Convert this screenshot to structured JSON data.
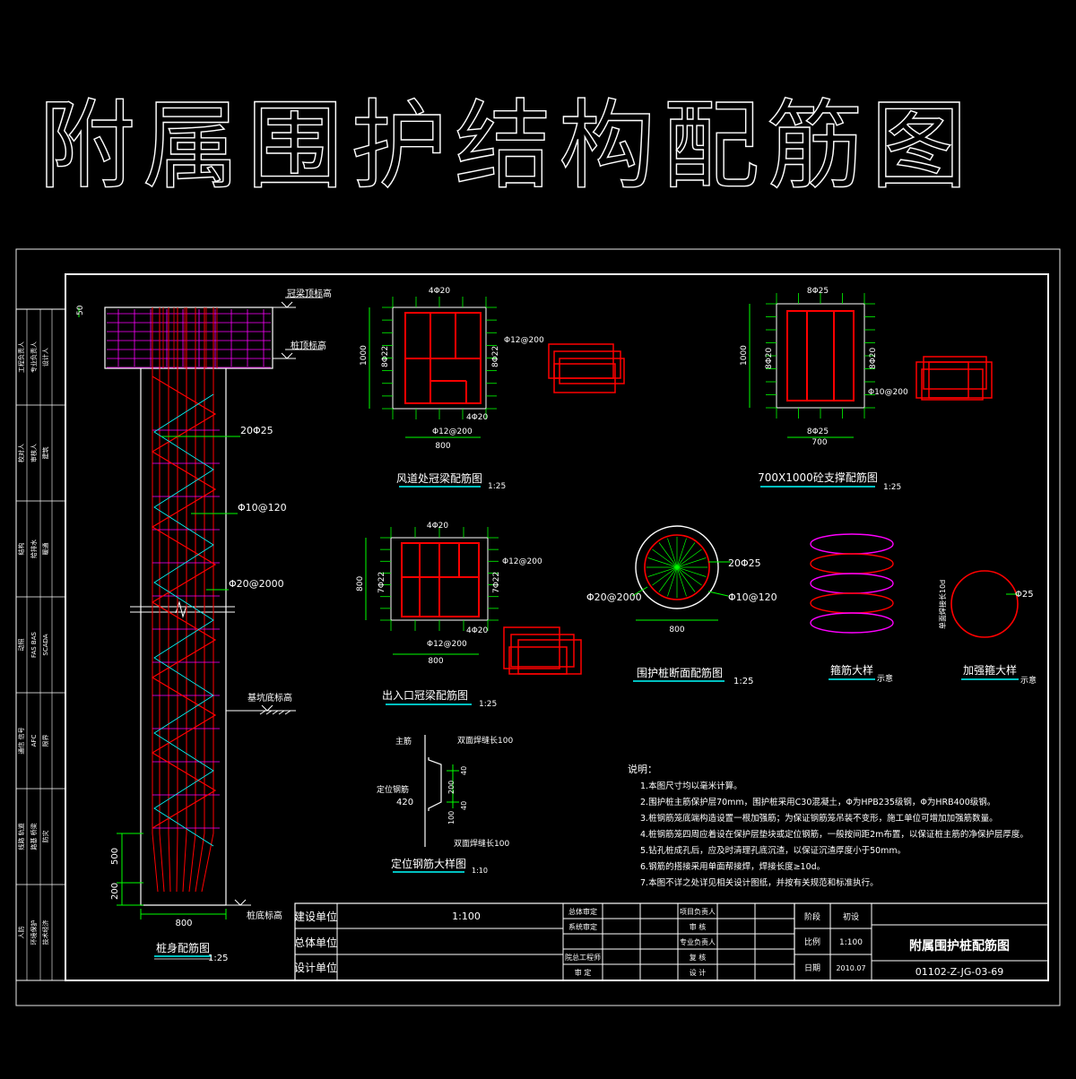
{
  "banner_title": "附属围护结构配筋图",
  "pile_elevation": {
    "labels": {
      "cap_top": "冠梁顶标高",
      "pile_top": "桩顶标高",
      "main_bar": "20Φ25",
      "spiral": "Φ10@120",
      "stiffener": "Φ20@2000",
      "pit_bottom": "基坑底标高",
      "pile_bottom": "桩底标高",
      "dim_50": "50",
      "dim_500": "500",
      "dim_200": "200",
      "dim_800": "800"
    },
    "title": "桩身配筋图",
    "scale": "1:25"
  },
  "detail_fengdao": {
    "title": "风道处冠梁配筋图",
    "scale": "1:25",
    "top": "4Φ20",
    "bottom": "4Φ20",
    "left": "8Φ22",
    "right": "8Φ22",
    "stirrup_right": "Φ12@200",
    "stirrup_bottom": "Φ12@200",
    "height": "1000",
    "width": "800"
  },
  "detail_strut": {
    "title": "700X1000砼支撑配筋图",
    "scale": "1:25",
    "top": "8Φ25",
    "bottom": "8Φ25",
    "left": "8Φ20",
    "right": "8Φ20",
    "stirrup": "Φ10@200",
    "height": "1000",
    "width": "700"
  },
  "detail_entrance": {
    "title": "出入口冠梁配筋图",
    "scale": "1:25",
    "top": "4Φ20",
    "bottom": "4Φ20",
    "left": "7Φ22",
    "right": "7Φ22",
    "stirrup_right": "Φ12@200",
    "stirrup_bottom": "Φ12@200",
    "height": "800",
    "width": "800"
  },
  "detail_section": {
    "title": "围护桩断面配筋图",
    "scale": "1:25",
    "main": "20Φ25",
    "stiffener": "Φ20@2000",
    "spiral": "Φ10@120",
    "width": "800"
  },
  "detail_spiral": {
    "title": "箍筋大样",
    "note": "示意"
  },
  "detail_ring": {
    "title": "加强箍大样",
    "note": "示意",
    "bar": "Φ25",
    "weld": "单面焊接长10d"
  },
  "detail_positioning": {
    "title": "定位钢筋大样图",
    "scale": "1:10",
    "main_bar": "主筋",
    "positioning_bar": "定位钢筋",
    "len": "420",
    "weld_top": "双面焊缝长100",
    "weld_bottom": "双面焊缝长100",
    "d40a": "40",
    "d200": "200",
    "d40b": "40",
    "d100": "100"
  },
  "notes": {
    "heading": "说明：",
    "items": [
      "1.本图尺寸均以毫米计算。",
      "2.围护桩主筋保护层70mm，围护桩采用C30混凝土，Φ为HPB235级钢，Φ为HRB400级钢。",
      "3.桩钢筋笼底端构造设置一根加强筋；为保证钢筋笼吊装不变形，施工单位可增加加强筋数量。",
      "4.桩钢筋笼四周应着设在保护层垫块或定位钢筋，一般按间距2m布置，以保证桩主筋的净保护层厚度。",
      "5.钻孔桩成孔后，应及时清理孔底沉渣，以保证沉渣厚度小于50mm。",
      "6.钢筋的搭接采用单面帮接焊，焊接长度≥10d。",
      "7.本图不详之处详见相关设计图纸，并按有关规范和标准执行。"
    ]
  },
  "side_strip": [
    "工程负责人",
    "专业负责人",
    "设计人",
    "校对人",
    "审核人",
    "建筑",
    "结构",
    "给排水",
    "暖通",
    "动照",
    "FAS BAS",
    "SCADA",
    "通信 信号",
    "AFC",
    "限界",
    "线路 轨道",
    "路基 桥梁",
    "防灾",
    "人防",
    "环境保护",
    "技术经济"
  ],
  "title_block": {
    "row_labels": [
      "建设单位",
      "总体单位",
      "设计单位"
    ],
    "scale_top": "1:100",
    "sign_col1": [
      "总体审定",
      "系统审定",
      "院总工程师",
      "审  定"
    ],
    "sign_col2": [
      "项目负责人",
      "审  核",
      "专业负责人",
      "复  核",
      "设  计"
    ],
    "info_labels": [
      "阶段",
      "比例",
      "日期"
    ],
    "info_values": [
      "初设",
      "1:100",
      "2010.07"
    ],
    "drawing_title": "附属围护桩配筋图",
    "drawing_no": "01102-Z-JG-03-69"
  }
}
